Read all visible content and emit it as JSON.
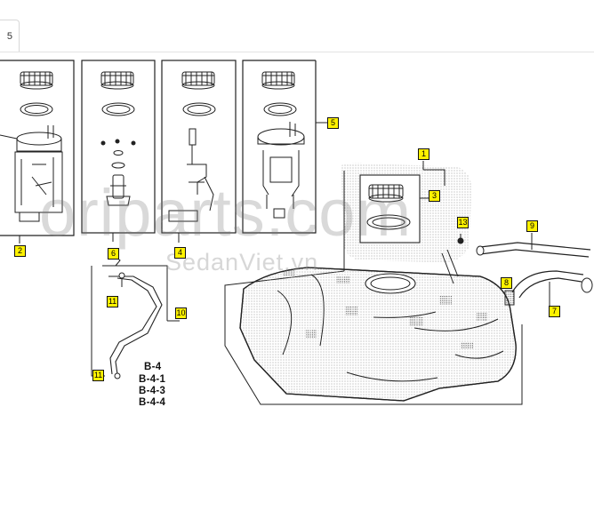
{
  "tab": {
    "label": "5"
  },
  "watermark": {
    "main": "oriparts.com",
    "sub": "SedanViet.vn"
  },
  "callouts": [
    "1",
    "2",
    "3",
    "4",
    "5",
    "6",
    "7",
    "8",
    "9",
    "10",
    "11",
    "11",
    "13"
  ],
  "references": [
    "B-4",
    "B-4-1",
    "B-4-3",
    "B-4-4"
  ],
  "colors": {
    "callout_fill": "#fff200",
    "callout_border": "#111111",
    "line": "#222222"
  }
}
